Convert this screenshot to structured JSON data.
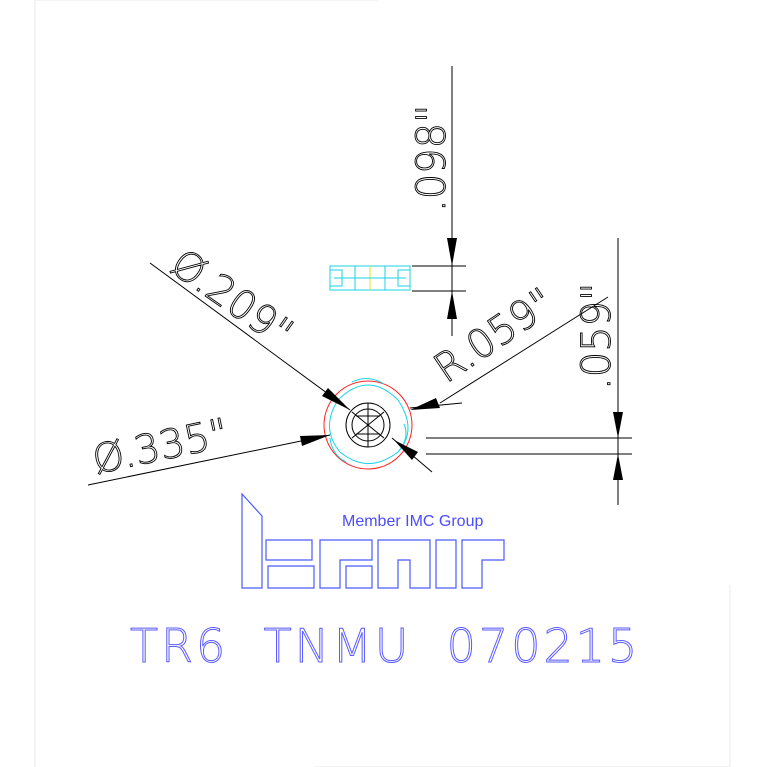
{
  "dimensions": {
    "thickness": ".098\"",
    "inscribed_diameter": "Ø.209\"",
    "outer_diameter": "Ø.335\"",
    "corner_radius": "R.059\"",
    "width": ".059\""
  },
  "logo": {
    "tagline": "Member IMC Group",
    "brand_color": "#4b5bff"
  },
  "part_code": "TR6  TNMU  070215",
  "colors": {
    "line": "#000000",
    "geometry_cyan": "#19d3e6",
    "geometry_red": "#ff2020",
    "text_blue": "#5a5aff"
  }
}
